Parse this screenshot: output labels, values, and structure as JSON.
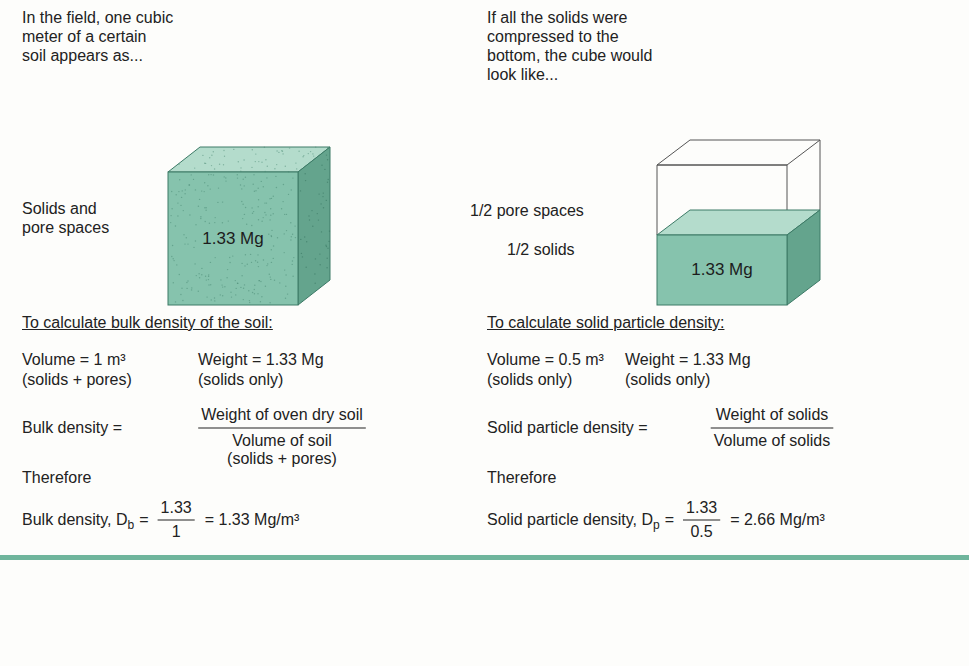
{
  "diagram": {
    "nodes": [
      {
        "text": [
          "1.33 Mg"
        ]
      },
      {
        "text": [
          "1.33 Mg"
        ]
      }
    ],
    "labels": [
      "In the field, one cubic meter of a certain soil appears as...",
      "Solids and pore spaces",
      "If all the solids were compressed to the bottom, the cube would look like...",
      "1/2 pore spaces",
      "1/2 solids",
      "To calculate bulk density of the soil:",
      "Volume = 1 m³",
      "(solids + pores)",
      "Weight = 1.33 Mg",
      "(solids only)",
      "Bulk density =",
      "Weight of oven dry soil",
      "Volume of soil",
      "(solids + pores)",
      "Therefore",
      "Bulk density, D",
      "b",
      "=",
      "1.33",
      "1",
      "= 1.33 Mg/m³",
      "To calculate solid particle density:",
      "Volume = 0.5 m³",
      "(solids only)",
      "Weight = 1.33 Mg",
      "(solids only)",
      "Solid particle density =",
      "Weight of solids",
      "Volume of solids",
      "Therefore",
      "Solid particle density, D",
      "p",
      "=",
      "1.33",
      "0.5",
      "= 2.66 Mg/m³"
    ]
  }
}
